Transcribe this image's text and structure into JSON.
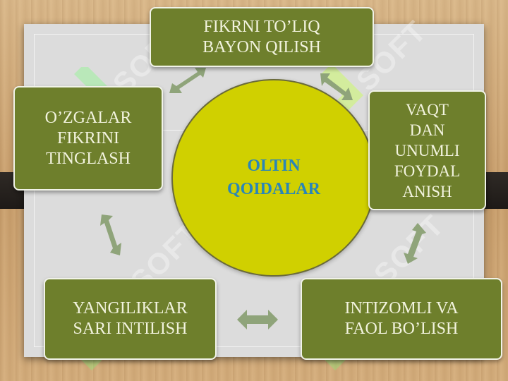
{
  "center": {
    "line1": "OLTIN",
    "line2": "QOIDALAR"
  },
  "boxes": {
    "top": {
      "line1": "FIKRNI TO’LIQ",
      "line2": "BAYON QILISH"
    },
    "left": {
      "line1": "O’ZGALAR",
      "line2": "FIKRINI",
      "line3": "TINGLASH"
    },
    "right": {
      "line1": "VAQT",
      "line2": "DAN",
      "line3": "UNUMLI",
      "line4": "FOYDAL",
      "line5": "ANISH"
    },
    "bottom_left": {
      "line1": "YANGILIKLAR",
      "line2": "SARI INTILISH"
    },
    "bottom_right": {
      "line1": "INTIZOMLI VA",
      "line2": "FAOL BO’LISH"
    }
  },
  "watermark": "SOFT",
  "colors": {
    "box": "#6e7f2c",
    "circle": "#d0d000",
    "center_text": "#2a86b8",
    "arrow": "#8fa47a"
  }
}
